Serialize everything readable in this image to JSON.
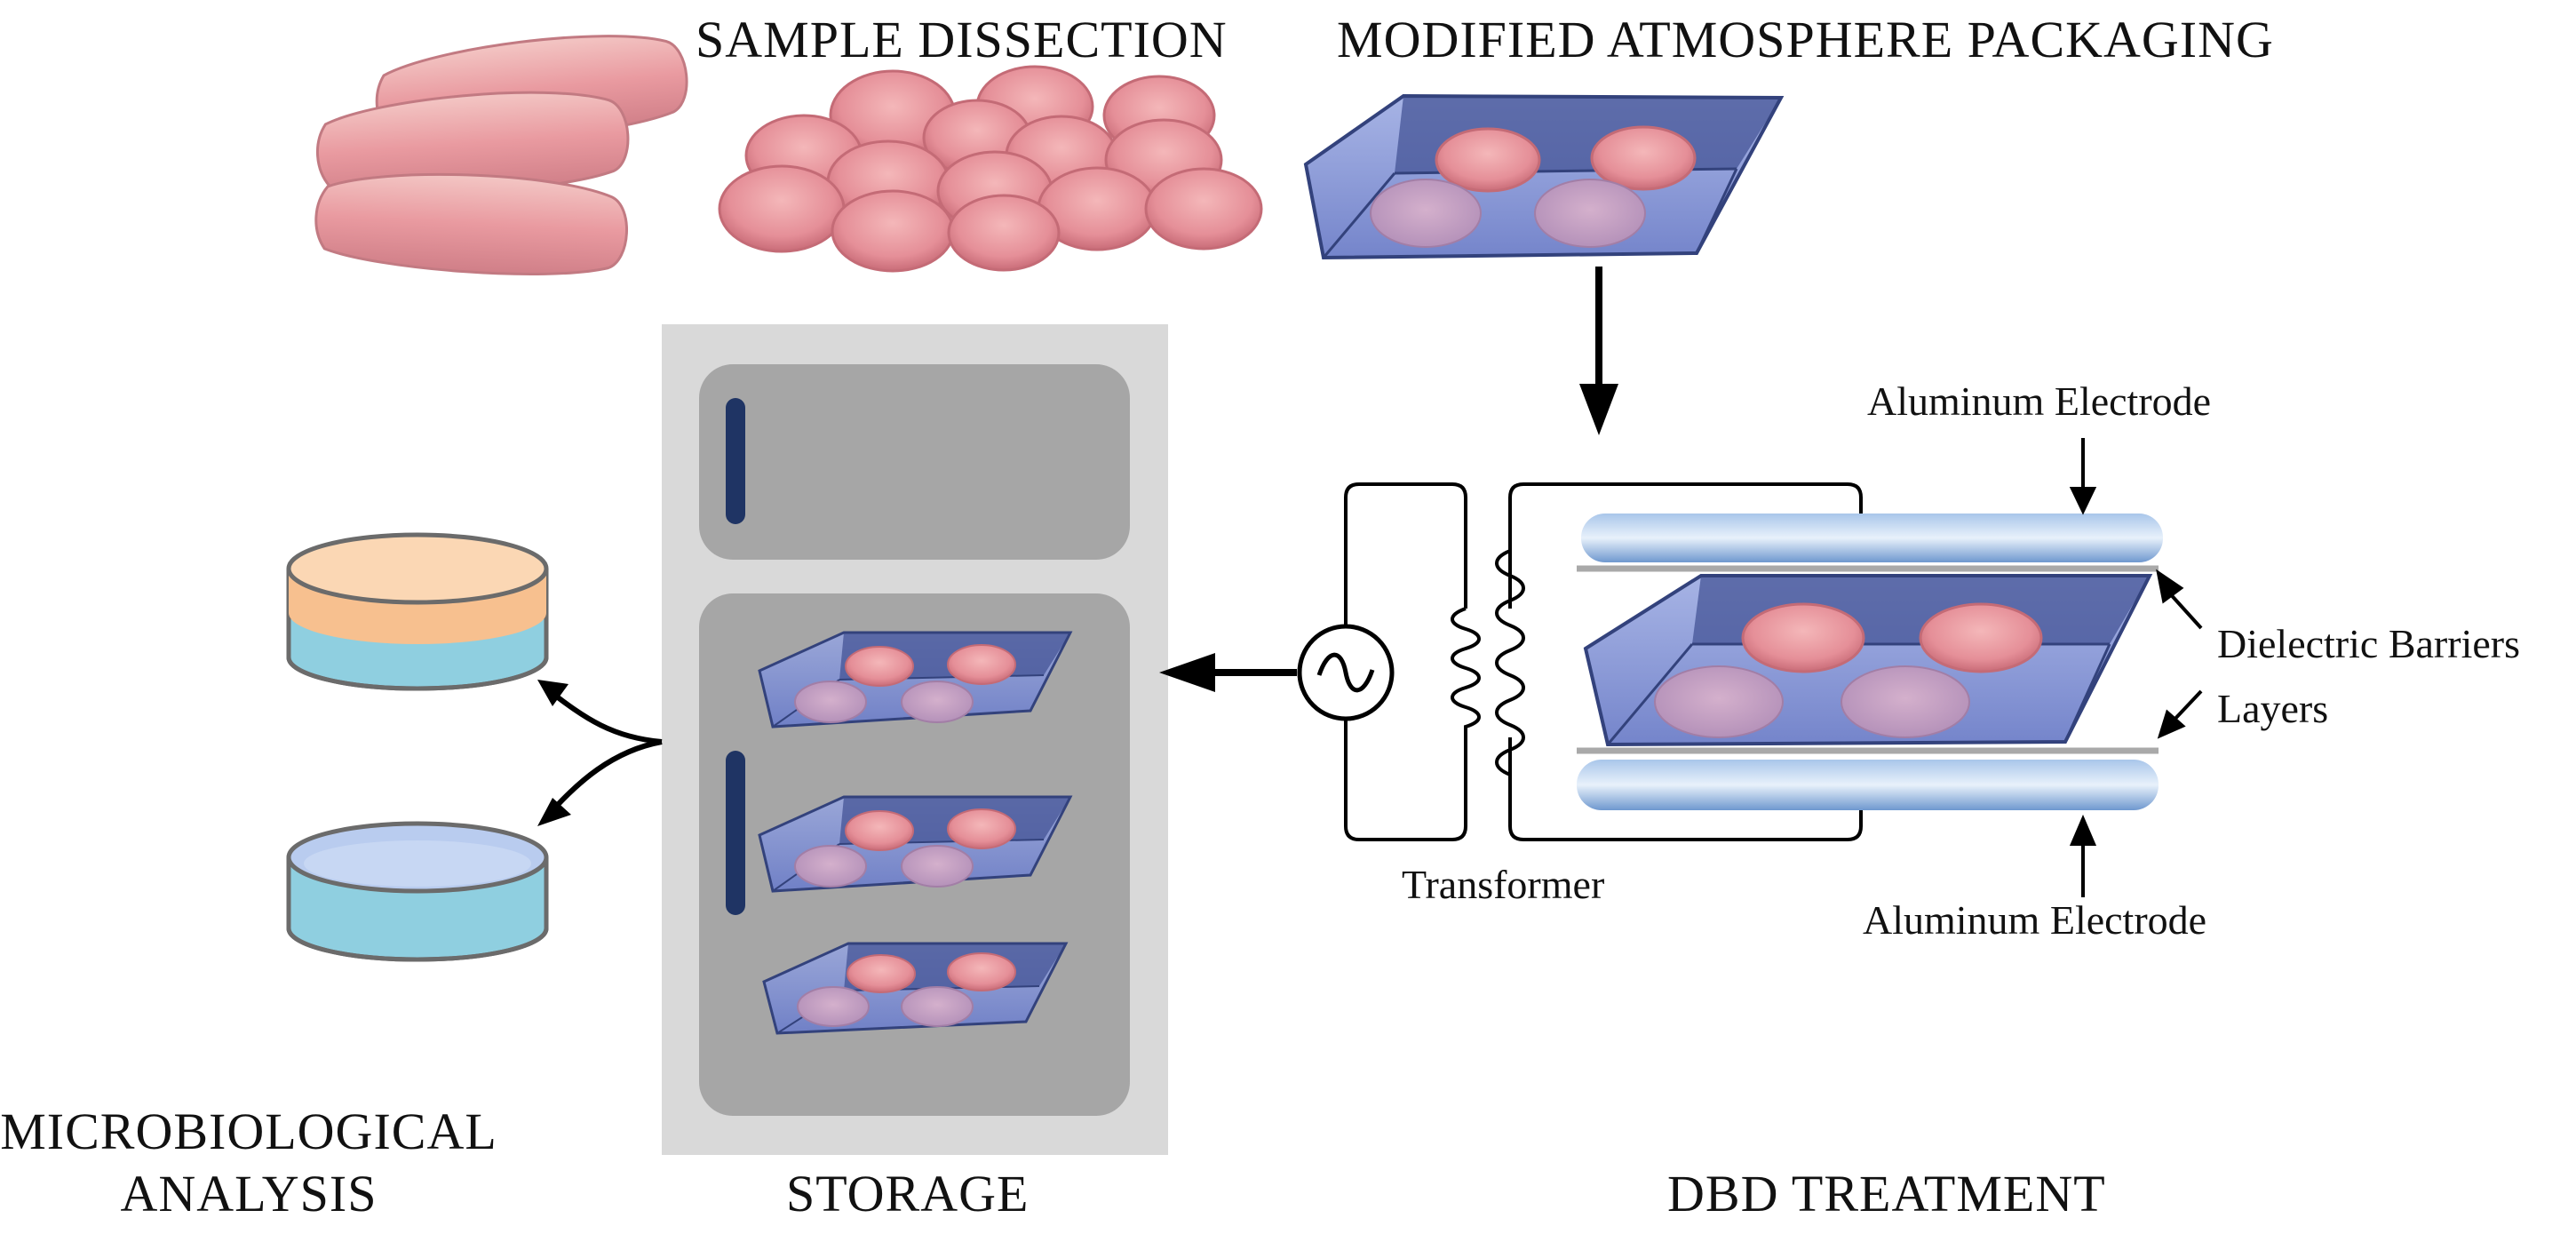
{
  "stages": {
    "sample_dissection": "SAMPLE DISSECTION",
    "modified_atmosphere_packaging": "MODIFIED ATMOSPHERE PACKAGING",
    "microbiological_analysis_line1": "MICROBIOLOGICAL",
    "microbiological_analysis_line2": "ANALYSIS",
    "storage": "STORAGE",
    "dbd_treatment": "DBD TREATMENT"
  },
  "dbd_parts": {
    "top_electrode": "Aluminum Electrode",
    "bottom_electrode": "Aluminum Electrode",
    "dielectric_barriers": "Dielectric Barriers",
    "layers": "Layers",
    "transformer": "Transformer"
  },
  "colors": {
    "meat": "#e89aa0",
    "meat_dark": "#c86b76",
    "tray_blue": "#7c8fd0",
    "tray_dark": "#3c4a8c",
    "fridge_outer": "#d9d9d9",
    "fridge_inner": "#a6a6a6",
    "fridge_handle": "#1f3464",
    "electrode": "#7fa8d8",
    "dish_orange": "#f7c08f",
    "dish_blue": "#8fcfe0"
  }
}
